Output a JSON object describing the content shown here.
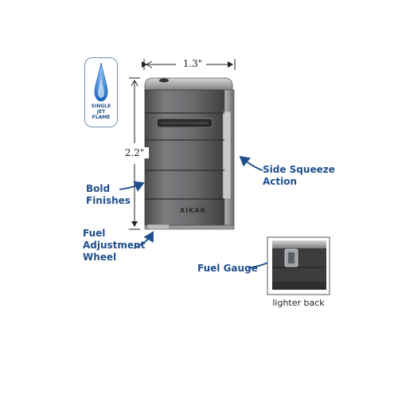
{
  "badge": {
    "lines": [
      "SINGLE",
      "JET",
      "FLAME"
    ]
  },
  "dimensions": {
    "width": "1.3\"",
    "height": "2.2\""
  },
  "callouts": {
    "side_squeeze": [
      "Side Squeeze",
      "Action"
    ],
    "bold_finishes": [
      "Bold",
      "Finishes"
    ],
    "fuel_wheel": [
      "Fuel",
      "Adjustment",
      "Wheel"
    ],
    "fuel_gauge": "Fuel Gauge"
  },
  "brand": "XIKAR",
  "inset": {
    "caption": "lighter back"
  },
  "colors": {
    "callout_blue": "#1f4e8c",
    "flame_blue": "#2f7fd0",
    "body_gunmetal": "#6e6e70"
  }
}
